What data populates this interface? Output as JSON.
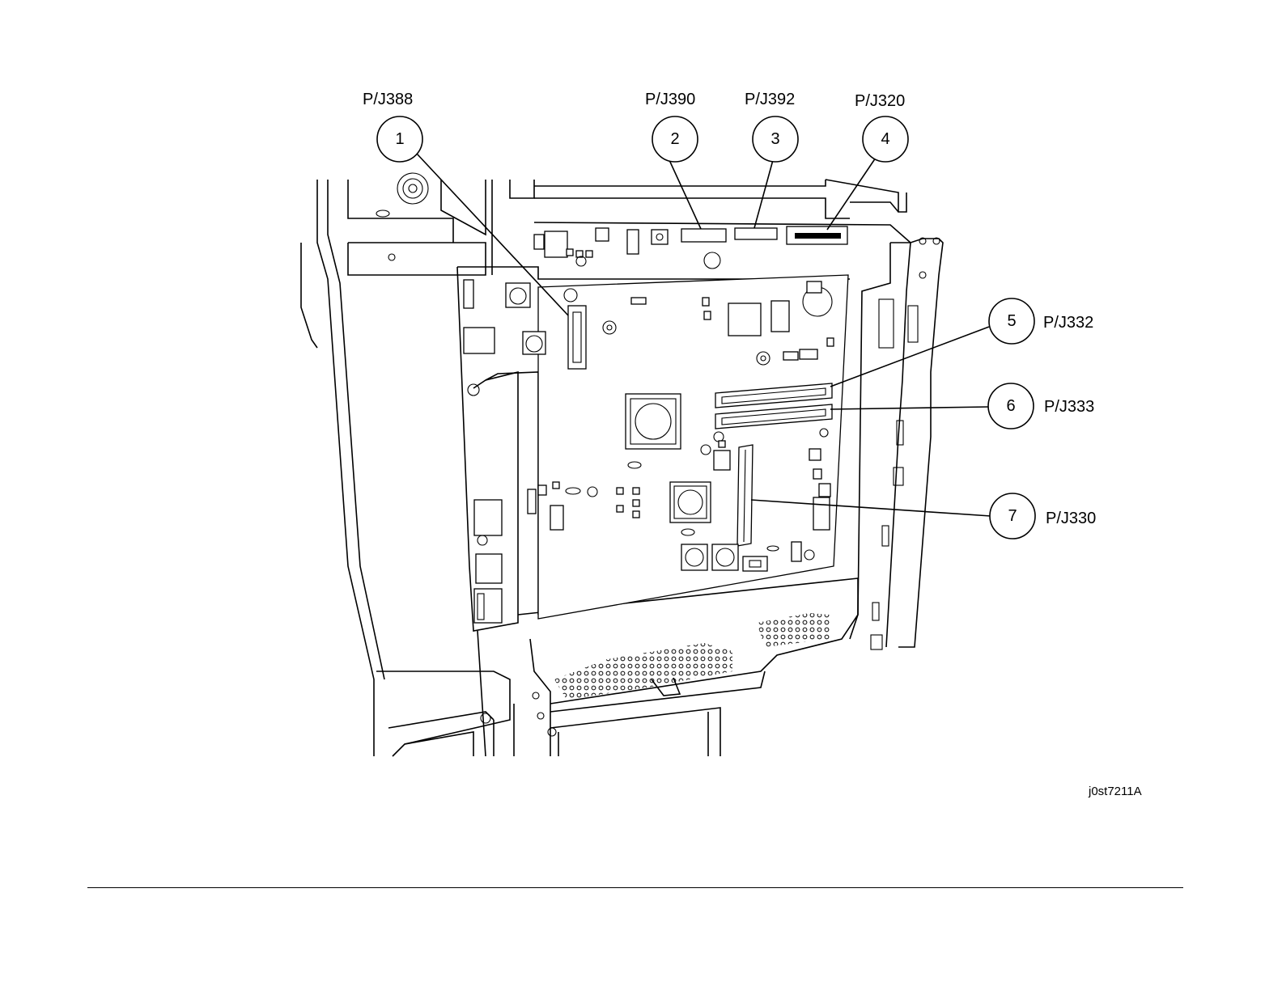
{
  "figure_id": "j0st7211A",
  "callouts": [
    {
      "num": "1",
      "label": "P/J388"
    },
    {
      "num": "2",
      "label": "P/J390"
    },
    {
      "num": "3",
      "label": "P/J392"
    },
    {
      "num": "4",
      "label": "P/J320"
    },
    {
      "num": "5",
      "label": "P/J332"
    },
    {
      "num": "6",
      "label": "P/J333"
    },
    {
      "num": "7",
      "label": "P/J330"
    }
  ]
}
